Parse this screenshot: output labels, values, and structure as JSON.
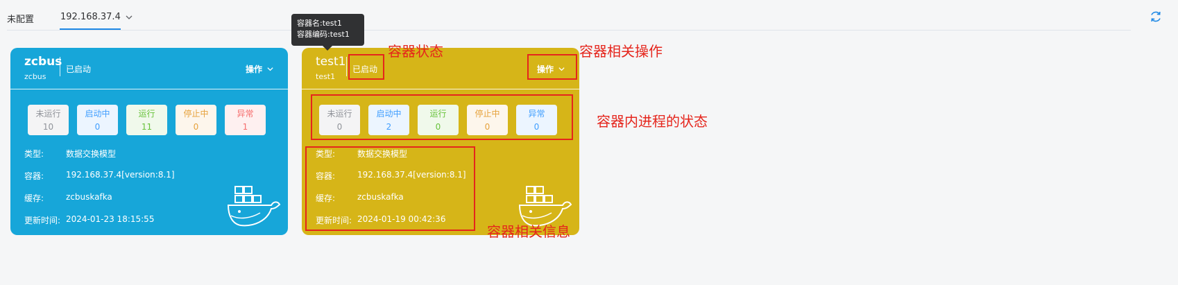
{
  "tabs": {
    "unconfigured_label": "未配置",
    "active_label": "192.168.37.4"
  },
  "colors": {
    "accent": "#1e88e5",
    "card_blue": "#17a6d9",
    "card_gold": "#d6b518",
    "annotation": "#e5251c"
  },
  "cards": [
    {
      "title": "zcbus",
      "subtitle": "zcbus",
      "status": "已启动",
      "ops_label": "操作",
      "stats": [
        {
          "label": "未运行",
          "value": "10"
        },
        {
          "label": "启动中",
          "value": "0"
        },
        {
          "label": "运行",
          "value": "11"
        },
        {
          "label": "停止中",
          "value": "0"
        },
        {
          "label": "异常",
          "value": "1"
        }
      ],
      "info": [
        {
          "key": "类型:",
          "value": "数据交换模型"
        },
        {
          "key": "容器:",
          "value": "192.168.37.4[version:8.1]"
        },
        {
          "key": "缓存:",
          "value": "zcbuskafka"
        },
        {
          "key": "更新时间:",
          "value": "2024-01-23 18:15:55"
        }
      ]
    },
    {
      "title": "test1",
      "subtitle": "test1",
      "status": "已启动",
      "ops_label": "操作",
      "stats": [
        {
          "label": "未运行",
          "value": "0"
        },
        {
          "label": "启动中",
          "value": "2"
        },
        {
          "label": "运行",
          "value": "0"
        },
        {
          "label": "停止中",
          "value": "0"
        },
        {
          "label": "异常",
          "value": "0"
        }
      ],
      "info": [
        {
          "key": "类型:",
          "value": "数据交换模型"
        },
        {
          "key": "容器:",
          "value": "192.168.37.4[version:8.1]"
        },
        {
          "key": "缓存:",
          "value": "zcbuskafka"
        },
        {
          "key": "更新时间:",
          "value": "2024-01-19 00:42:36"
        }
      ]
    }
  ],
  "tooltip": {
    "line1": "容器名:test1",
    "line2": "容器编码:test1"
  },
  "annotations": {
    "status": "容器状态",
    "ops": "容器相关操作",
    "process": "容器内进程的状态",
    "info": "容器相关信息"
  },
  "icons": {
    "refresh": "refresh-icon",
    "chevron": "chevron-down-icon",
    "docker": "docker-whale-icon"
  }
}
